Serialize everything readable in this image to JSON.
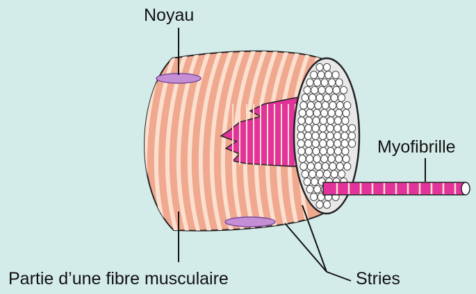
{
  "labels": {
    "nucleus": "Noyau",
    "myofibril": "Myofibrille",
    "fiber": "Partie d’une fibre musculaire",
    "striations": "Stries"
  },
  "colors": {
    "background": "#d3ece9",
    "fiber_body": "#f0a98f",
    "striation_band": "#fbe0d0",
    "nucleus": "#c58fd6",
    "myofibril": "#e2339a",
    "myofibril_end": "#ffffff",
    "outline": "#222222"
  }
}
